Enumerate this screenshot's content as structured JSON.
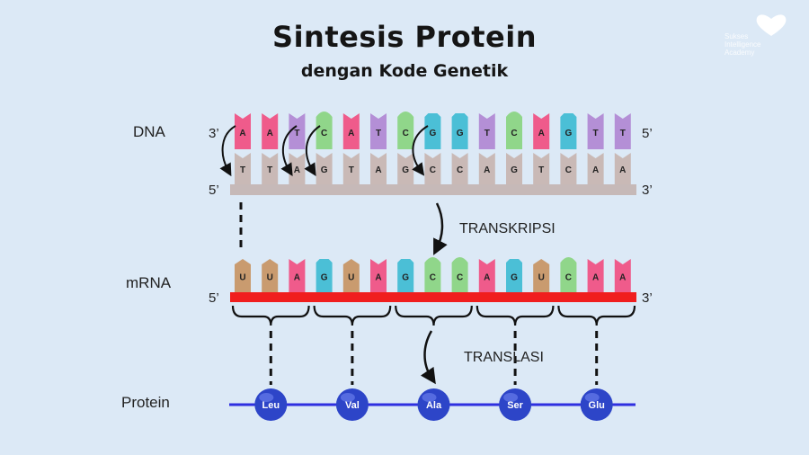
{
  "title": "Sintesis Protein",
  "subtitle": "dengan Kode Genetik",
  "logo": {
    "line1": "Sukses",
    "line2": "Intelligence",
    "line3": "Academy"
  },
  "labels": {
    "dna": "DNA",
    "mrna": "mRNA",
    "protein": "Protein",
    "transkripsi": "TRANSKRIPSI",
    "translasi": "TRANSLASI",
    "three_prime": "3’",
    "five_prime": "5’"
  },
  "dna_top": [
    "A",
    "A",
    "T",
    "C",
    "A",
    "T",
    "C",
    "G",
    "G",
    "T",
    "C",
    "A",
    "G",
    "T",
    "T"
  ],
  "dna_bottom": [
    "T",
    "T",
    "A",
    "G",
    "T",
    "A",
    "G",
    "C",
    "C",
    "A",
    "G",
    "T",
    "C",
    "A",
    "A"
  ],
  "mrna": [
    "U",
    "U",
    "A",
    "G",
    "U",
    "A",
    "G",
    "C",
    "C",
    "A",
    "G",
    "U",
    "C",
    "A",
    "A"
  ],
  "amino_acids": [
    "Leu",
    "Val",
    "Ala",
    "Ser",
    "Glu"
  ],
  "colors": {
    "A": "#ef5b8b",
    "T": "#b48fd6",
    "C": "#90d68a",
    "G": "#4bbfd6",
    "U": "#c99b6f",
    "dna_template": "#c9b9b6",
    "backbone_dna": "#c6b9b8",
    "backbone_mrna": "#f01e1e",
    "protein_line": "#2f2fe0",
    "amino_ball": "#2d45c8"
  }
}
